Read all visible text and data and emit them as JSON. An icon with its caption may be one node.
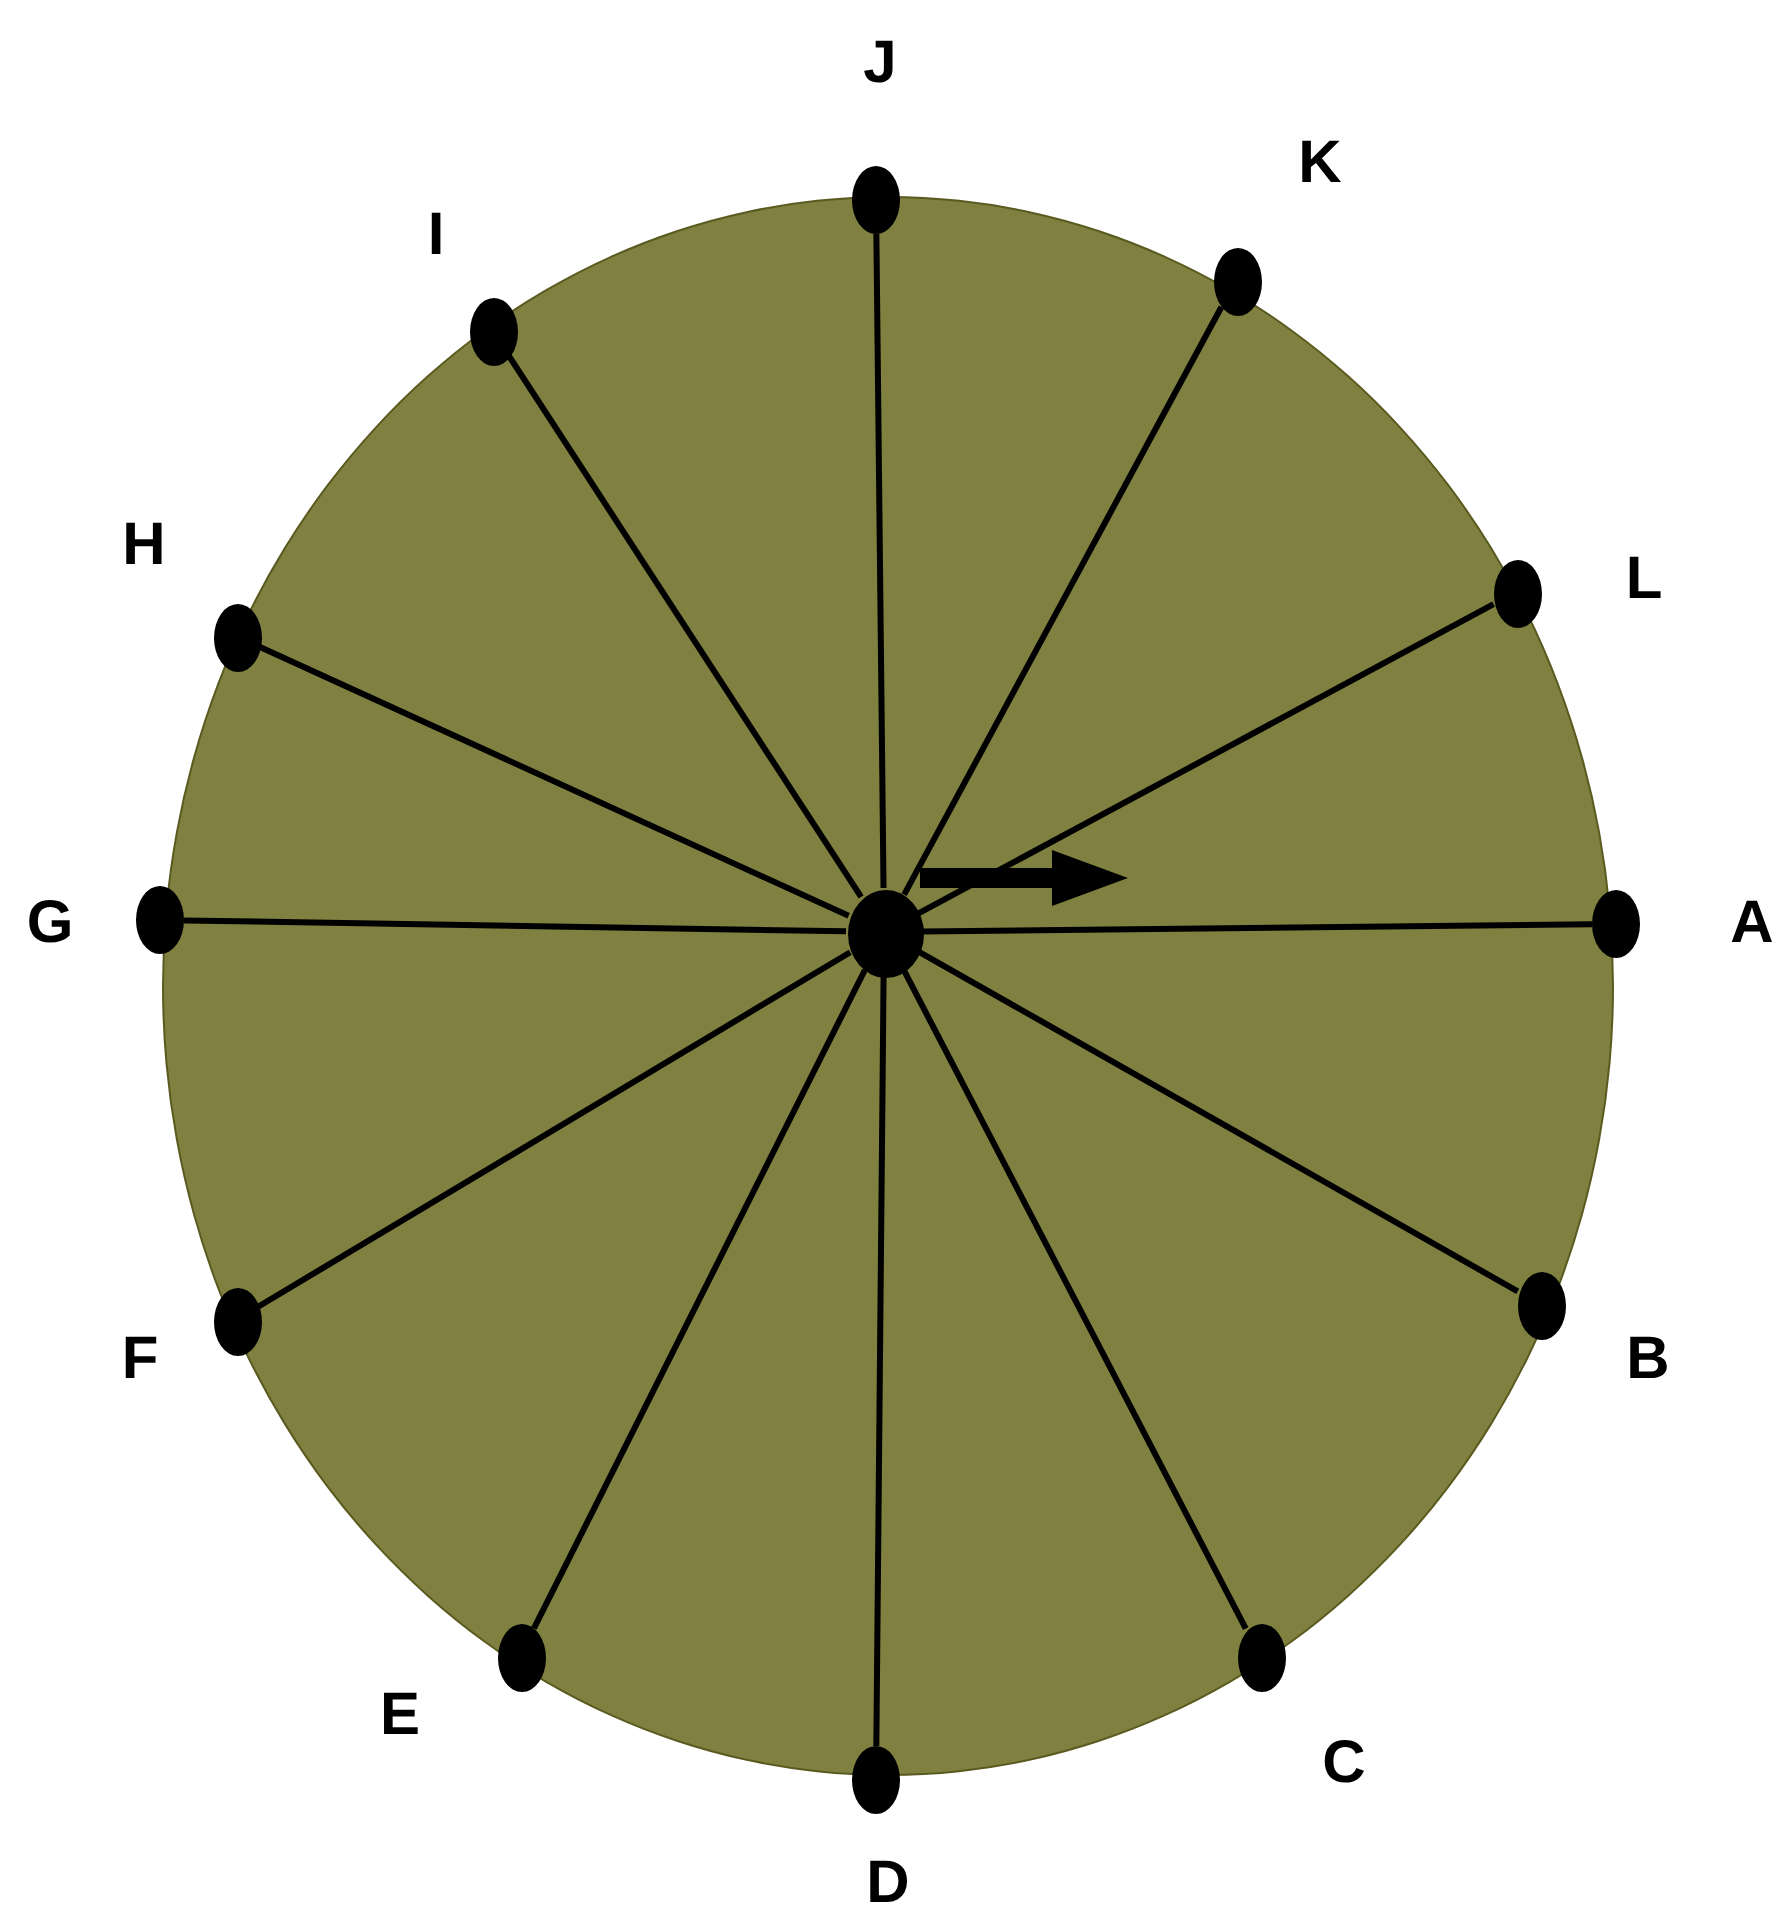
{
  "diagram": {
    "nodes": [
      {
        "text": [],
        "shape": "circle"
      },
      {
        "text": [],
        "shape": "circle",
        "in": 0
      },
      {
        "text": [],
        "shape": "circle",
        "beside": [
          "A"
        ]
      },
      {
        "text": [],
        "shape": "circle",
        "beside": [
          "B"
        ],
        "in": 0
      },
      {
        "text": [],
        "shape": "circle",
        "beside": [
          "C"
        ],
        "in": 0
      },
      {
        "text": [],
        "shape": "circle",
        "beside": [
          "D"
        ]
      },
      {
        "text": [],
        "shape": "circle",
        "beside": [
          "E"
        ],
        "in": 0
      },
      {
        "text": [],
        "shape": "circle",
        "beside": [
          "F"
        ],
        "in": 0
      },
      {
        "text": [],
        "shape": "circle",
        "beside": [
          "G"
        ]
      },
      {
        "text": [],
        "shape": "circle",
        "beside": [
          "H"
        ],
        "in": 0
      },
      {
        "text": [],
        "shape": "circle",
        "beside": [
          "I"
        ],
        "in": 0
      },
      {
        "text": [],
        "shape": "circle",
        "beside": [
          "J"
        ]
      },
      {
        "text": [],
        "shape": "circle",
        "beside": [
          "K"
        ],
        "in": 0
      },
      {
        "text": [],
        "shape": "circle",
        "beside": [
          "L"
        ],
        "in": 0
      }
    ],
    "edges": [
      {
        "from": 1,
        "to": 2,
        "arrow": "none"
      },
      {
        "from": 1,
        "to": 3,
        "arrow": "none"
      },
      {
        "from": 1,
        "to": 4,
        "arrow": "none"
      },
      {
        "from": 1,
        "to": 5,
        "arrow": "none"
      },
      {
        "from": 1,
        "to": 6,
        "arrow": "none"
      },
      {
        "from": 1,
        "to": 7,
        "arrow": "none"
      },
      {
        "from": 1,
        "to": 8,
        "arrow": "none"
      },
      {
        "from": 1,
        "to": 9,
        "arrow": "none"
      },
      {
        "from": 1,
        "to": 10,
        "arrow": "none"
      },
      {
        "from": 1,
        "to": 11,
        "arrow": "none"
      },
      {
        "from": 1,
        "to": 12,
        "arrow": "none"
      },
      {
        "from": 1,
        "to": 13,
        "arrow": "none"
      }
    ]
  }
}
